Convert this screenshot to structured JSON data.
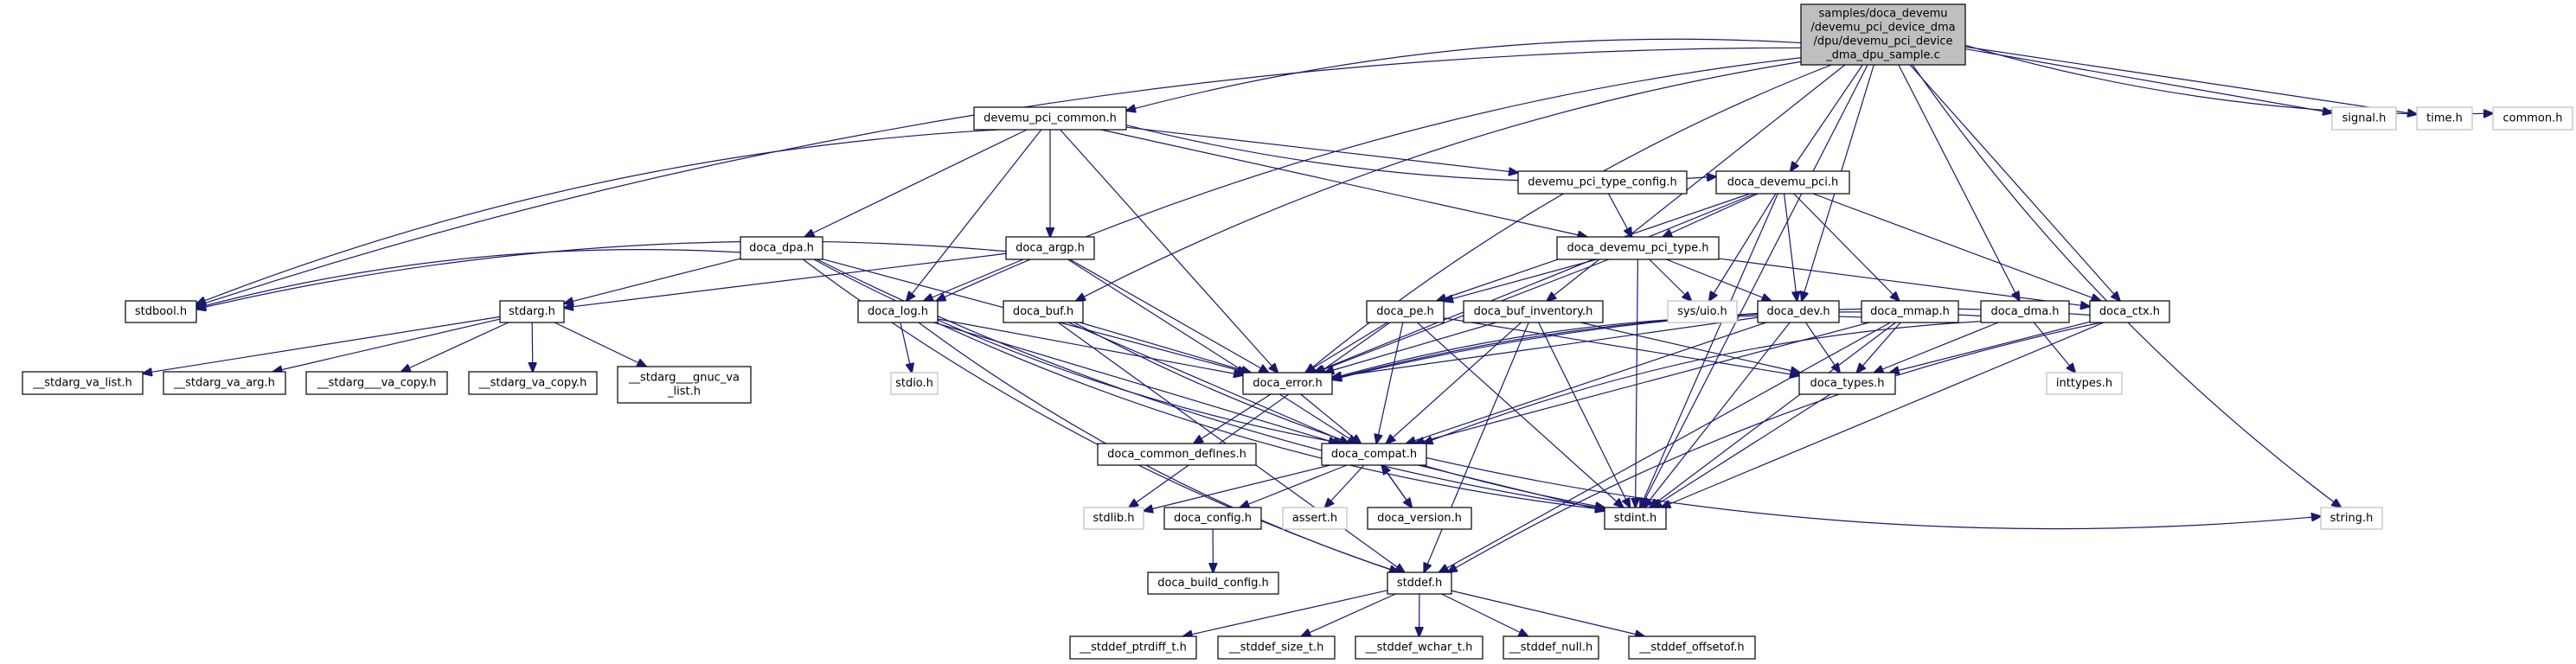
{
  "diagram": {
    "type": "include-dependency-graph",
    "title": "samples/doca_devemu/devemu_pci_device_dma/dpu/devemu_pci_device_dma_dpu_sample.c",
    "edge_color": "#191970",
    "root_fill_color": "#bfbfbf",
    "external_border_color": "#bfbfbf",
    "nodes": [
      {
        "id": "root",
        "label_lines": [
          "samples/doca_devemu",
          "/devemu_pci_device_dma",
          "/dpu/devemu_pci_device",
          "_dma_dpu_sample.c"
        ],
        "kind": "root"
      },
      {
        "id": "devemu_pci_common",
        "label_lines": [
          "devemu_pci_common.h"
        ],
        "kind": "internal"
      },
      {
        "id": "signal",
        "label_lines": [
          "signal.h"
        ],
        "kind": "external"
      },
      {
        "id": "time",
        "label_lines": [
          "time.h"
        ],
        "kind": "external"
      },
      {
        "id": "common",
        "label_lines": [
          "common.h"
        ],
        "kind": "external"
      },
      {
        "id": "devemu_pci_type_config",
        "label_lines": [
          "devemu_pci_type_config.h"
        ],
        "kind": "internal"
      },
      {
        "id": "doca_devemu_pci",
        "label_lines": [
          "doca_devemu_pci.h"
        ],
        "kind": "internal"
      },
      {
        "id": "doca_dpa",
        "label_lines": [
          "doca_dpa.h"
        ],
        "kind": "internal"
      },
      {
        "id": "doca_argp",
        "label_lines": [
          "doca_argp.h"
        ],
        "kind": "internal"
      },
      {
        "id": "doca_devemu_pci_type",
        "label_lines": [
          "doca_devemu_pci_type.h"
        ],
        "kind": "internal"
      },
      {
        "id": "stdbool",
        "label_lines": [
          "stdbool.h"
        ],
        "kind": "internal"
      },
      {
        "id": "stdarg",
        "label_lines": [
          "stdarg.h"
        ],
        "kind": "internal"
      },
      {
        "id": "doca_log",
        "label_lines": [
          "doca_log.h"
        ],
        "kind": "internal"
      },
      {
        "id": "doca_buf",
        "label_lines": [
          "doca_buf.h"
        ],
        "kind": "internal"
      },
      {
        "id": "doca_pe",
        "label_lines": [
          "doca_pe.h"
        ],
        "kind": "internal"
      },
      {
        "id": "doca_buf_inventory",
        "label_lines": [
          "doca_buf_inventory.h"
        ],
        "kind": "internal"
      },
      {
        "id": "sys_uio",
        "label_lines": [
          "sys/uio.h"
        ],
        "kind": "external"
      },
      {
        "id": "doca_dev",
        "label_lines": [
          "doca_dev.h"
        ],
        "kind": "internal"
      },
      {
        "id": "doca_mmap",
        "label_lines": [
          "doca_mmap.h"
        ],
        "kind": "internal"
      },
      {
        "id": "doca_dma",
        "label_lines": [
          "doca_dma.h"
        ],
        "kind": "internal"
      },
      {
        "id": "doca_ctx",
        "label_lines": [
          "doca_ctx.h"
        ],
        "kind": "internal"
      },
      {
        "id": "stdarg_va_list",
        "label_lines": [
          "__stdarg_va_list.h"
        ],
        "kind": "internal"
      },
      {
        "id": "stdarg_va_arg",
        "label_lines": [
          "__stdarg_va_arg.h"
        ],
        "kind": "internal"
      },
      {
        "id": "stdarg___va_copy",
        "label_lines": [
          "__stdarg___va_copy.h"
        ],
        "kind": "internal"
      },
      {
        "id": "stdarg_va_copy",
        "label_lines": [
          "__stdarg_va_copy.h"
        ],
        "kind": "internal"
      },
      {
        "id": "stdarg_gnuc_va_list",
        "label_lines": [
          "__stdarg___gnuc_va",
          "_list.h"
        ],
        "kind": "internal"
      },
      {
        "id": "stdio",
        "label_lines": [
          "stdio.h"
        ],
        "kind": "external"
      },
      {
        "id": "doca_error",
        "label_lines": [
          "doca_error.h"
        ],
        "kind": "internal"
      },
      {
        "id": "doca_types",
        "label_lines": [
          "doca_types.h"
        ],
        "kind": "internal"
      },
      {
        "id": "inttypes",
        "label_lines": [
          "inttypes.h"
        ],
        "kind": "external"
      },
      {
        "id": "doca_common_defines",
        "label_lines": [
          "doca_common_defines.h"
        ],
        "kind": "internal"
      },
      {
        "id": "doca_compat",
        "label_lines": [
          "doca_compat.h"
        ],
        "kind": "internal"
      },
      {
        "id": "stdlib",
        "label_lines": [
          "stdlib.h"
        ],
        "kind": "external"
      },
      {
        "id": "doca_config",
        "label_lines": [
          "doca_config.h"
        ],
        "kind": "internal"
      },
      {
        "id": "assert",
        "label_lines": [
          "assert.h"
        ],
        "kind": "external"
      },
      {
        "id": "doca_version",
        "label_lines": [
          "doca_version.h"
        ],
        "kind": "internal"
      },
      {
        "id": "stdint",
        "label_lines": [
          "stdint.h"
        ],
        "kind": "internal"
      },
      {
        "id": "string",
        "label_lines": [
          "string.h"
        ],
        "kind": "external"
      },
      {
        "id": "doca_build_config",
        "label_lines": [
          "doca_build_config.h"
        ],
        "kind": "internal"
      },
      {
        "id": "stddef",
        "label_lines": [
          "stddef.h"
        ],
        "kind": "internal"
      },
      {
        "id": "stddef_ptrdiff_t",
        "label_lines": [
          "__stddef_ptrdiff_t.h"
        ],
        "kind": "internal"
      },
      {
        "id": "stddef_size_t",
        "label_lines": [
          "__stddef_size_t.h"
        ],
        "kind": "internal"
      },
      {
        "id": "stddef_wchar_t",
        "label_lines": [
          "__stddef_wchar_t.h"
        ],
        "kind": "internal"
      },
      {
        "id": "stddef_null",
        "label_lines": [
          "__stddef_null.h"
        ],
        "kind": "internal"
      },
      {
        "id": "stddef_offsetof",
        "label_lines": [
          "__stddef_offsetof.h"
        ],
        "kind": "internal"
      }
    ],
    "edges": [
      [
        "root",
        "devemu_pci_common"
      ],
      [
        "root",
        "signal"
      ],
      [
        "root",
        "time"
      ],
      [
        "root",
        "common"
      ],
      [
        "root",
        "doca_devemu_pci"
      ],
      [
        "root",
        "stdbool"
      ],
      [
        "root",
        "doca_log"
      ],
      [
        "root",
        "doca_buf"
      ],
      [
        "root",
        "doca_error"
      ],
      [
        "root",
        "doca_buf_inventory"
      ],
      [
        "root",
        "doca_dev"
      ],
      [
        "root",
        "doca_dma"
      ],
      [
        "root",
        "doca_ctx"
      ],
      [
        "root",
        "stdint"
      ],
      [
        "root",
        "string"
      ],
      [
        "devemu_pci_common",
        "devemu_pci_type_config"
      ],
      [
        "devemu_pci_common",
        "doca_devemu_pci"
      ],
      [
        "devemu_pci_common",
        "doca_dpa"
      ],
      [
        "devemu_pci_common",
        "doca_argp"
      ],
      [
        "devemu_pci_common",
        "stdbool"
      ],
      [
        "devemu_pci_common",
        "doca_log"
      ],
      [
        "devemu_pci_common",
        "doca_error"
      ],
      [
        "devemu_pci_common",
        "doca_devemu_pci_type"
      ],
      [
        "devemu_pci_type_config",
        "doca_devemu_pci_type"
      ],
      [
        "doca_devemu_pci",
        "doca_devemu_pci_type"
      ],
      [
        "doca_devemu_pci",
        "doca_pe"
      ],
      [
        "doca_devemu_pci",
        "sys_uio"
      ],
      [
        "doca_devemu_pci",
        "doca_dev"
      ],
      [
        "doca_devemu_pci",
        "doca_mmap"
      ],
      [
        "doca_devemu_pci",
        "doca_ctx"
      ],
      [
        "doca_devemu_pci",
        "doca_error"
      ],
      [
        "doca_devemu_pci",
        "stdint"
      ],
      [
        "doca_devemu_pci_type",
        "doca_pe"
      ],
      [
        "doca_devemu_pci_type",
        "sys_uio"
      ],
      [
        "doca_devemu_pci_type",
        "doca_dev"
      ],
      [
        "doca_devemu_pci_type",
        "doca_ctx"
      ],
      [
        "doca_devemu_pci_type",
        "doca_error"
      ],
      [
        "doca_devemu_pci_type",
        "stdint"
      ],
      [
        "doca_dpa",
        "stdbool"
      ],
      [
        "doca_dpa",
        "stdarg"
      ],
      [
        "doca_dpa",
        "doca_error"
      ],
      [
        "doca_dpa",
        "doca_compat"
      ],
      [
        "doca_dpa",
        "stdint"
      ],
      [
        "doca_dpa",
        "stddef"
      ],
      [
        "doca_argp",
        "stdbool"
      ],
      [
        "doca_argp",
        "stdarg"
      ],
      [
        "doca_argp",
        "doca_log"
      ],
      [
        "doca_argp",
        "doca_error"
      ],
      [
        "doca_argp",
        "doca_compat"
      ],
      [
        "stdarg",
        "stdarg_va_list"
      ],
      [
        "stdarg",
        "stdarg_va_arg"
      ],
      [
        "stdarg",
        "stdarg___va_copy"
      ],
      [
        "stdarg",
        "stdarg_va_copy"
      ],
      [
        "stdarg",
        "stdarg_gnuc_va_list"
      ],
      [
        "doca_log",
        "stdio"
      ],
      [
        "doca_log",
        "doca_error"
      ],
      [
        "doca_log",
        "doca_compat"
      ],
      [
        "doca_log",
        "stdint"
      ],
      [
        "doca_log",
        "stddef"
      ],
      [
        "doca_buf",
        "doca_error"
      ],
      [
        "doca_buf",
        "doca_compat"
      ],
      [
        "doca_buf",
        "stdint"
      ],
      [
        "doca_buf",
        "stddef"
      ],
      [
        "doca_pe",
        "doca_error"
      ],
      [
        "doca_pe",
        "doca_compat"
      ],
      [
        "doca_pe",
        "doca_types"
      ],
      [
        "doca_pe",
        "stdint"
      ],
      [
        "doca_pe",
        "stdlib"
      ],
      [
        "doca_buf_inventory",
        "doca_error"
      ],
      [
        "doca_buf_inventory",
        "doca_compat"
      ],
      [
        "doca_buf_inventory",
        "doca_types"
      ],
      [
        "doca_buf_inventory",
        "stdint"
      ],
      [
        "doca_buf_inventory",
        "stddef"
      ],
      [
        "doca_dev",
        "doca_error"
      ],
      [
        "doca_dev",
        "doca_compat"
      ],
      [
        "doca_dev",
        "doca_types"
      ],
      [
        "doca_dev",
        "stdint"
      ],
      [
        "doca_mmap",
        "doca_error"
      ],
      [
        "doca_mmap",
        "doca_compat"
      ],
      [
        "doca_mmap",
        "doca_types"
      ],
      [
        "doca_mmap",
        "stdint"
      ],
      [
        "doca_mmap",
        "stddef"
      ],
      [
        "doca_dma",
        "doca_error"
      ],
      [
        "doca_dma",
        "doca_compat"
      ],
      [
        "doca_dma",
        "doca_types"
      ],
      [
        "doca_dma",
        "inttypes"
      ],
      [
        "doca_ctx",
        "doca_error"
      ],
      [
        "doca_ctx",
        "doca_types"
      ],
      [
        "doca_ctx",
        "stdint"
      ],
      [
        "doca_ctx",
        "stddef"
      ],
      [
        "doca_error",
        "doca_common_defines"
      ],
      [
        "doca_error",
        "doca_compat"
      ],
      [
        "doca_types",
        "stdint"
      ],
      [
        "doca_compat",
        "stdlib"
      ],
      [
        "doca_compat",
        "doca_config"
      ],
      [
        "doca_compat",
        "assert"
      ],
      [
        "doca_compat",
        "doca_version"
      ],
      [
        "doca_compat",
        "stdint"
      ],
      [
        "doca_compat",
        "string"
      ],
      [
        "doca_version",
        "doca_compat"
      ],
      [
        "doca_config",
        "doca_build_config"
      ],
      [
        "stddef",
        "stddef_ptrdiff_t"
      ],
      [
        "stddef",
        "stddef_size_t"
      ],
      [
        "stddef",
        "stddef_wchar_t"
      ],
      [
        "stddef",
        "stddef_null"
      ],
      [
        "stddef",
        "stddef_offsetof"
      ]
    ]
  }
}
